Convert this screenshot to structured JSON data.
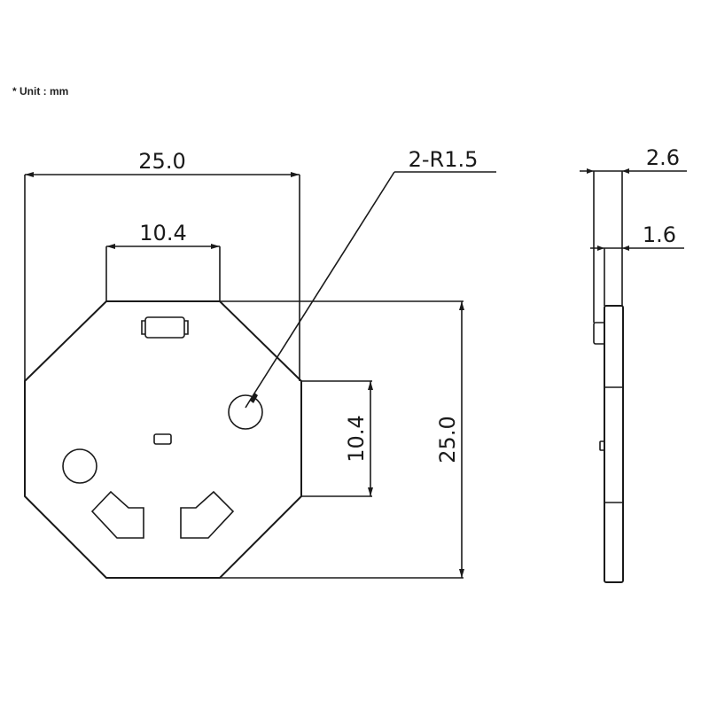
{
  "unit_note": "* Unit  : mm",
  "front_view": {
    "dimensions": {
      "overall_width": "25.0",
      "top_flat_width": "10.4",
      "side_flat_height": "10.4",
      "overall_height": "25.0",
      "hole_callout": "2-R1.5"
    }
  },
  "side_view": {
    "dimensions": {
      "total_thickness": "2.6",
      "plate_thickness": "1.6"
    }
  },
  "colors": {
    "line": "#1a1a1a",
    "background": "#ffffff"
  }
}
